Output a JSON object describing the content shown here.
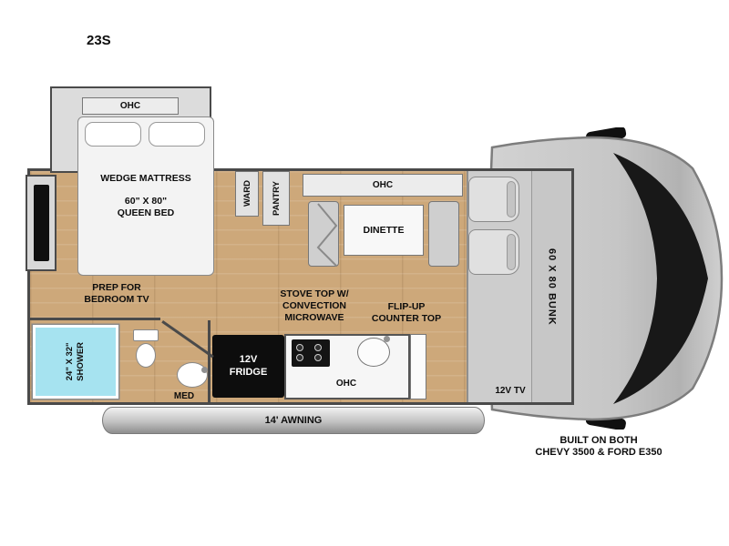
{
  "title": "23S",
  "colors": {
    "floor_wood": "#cda87a",
    "wall": "#4a4a4a",
    "furniture_gray": "#dcdcdc",
    "shower_cyan": "#a6e3f0",
    "fridge_black": "#0d0d0d",
    "cab_gray": "#c6c6c6"
  },
  "bedroom": {
    "ohc": "OHC",
    "wedge_mattress": "WEDGE MATTRESS",
    "bed_size": "60\" X 80\"",
    "bed_name": "QUEEN BED",
    "prep_line1": "PREP FOR",
    "prep_line2": "BEDROOM TV",
    "ward": "WARD",
    "pantry": "PANTRY"
  },
  "dinette": {
    "ohc": "OHC",
    "label": "DINETTE"
  },
  "kitchen": {
    "stove_line1": "STOVE TOP W/",
    "stove_line2": "CONVECTION",
    "stove_line3": "MICROWAVE",
    "flip_line1": "FLIP-UP",
    "flip_line2": "COUNTER TOP",
    "fridge_line1": "12V",
    "fridge_line2": "FRIDGE",
    "ohc": "OHC"
  },
  "bathroom": {
    "shower_line1": "24\" X 32\"",
    "shower_line2": "SHOWER",
    "med": "MED"
  },
  "front": {
    "bunk": "60 X 80 BUNK",
    "tv": "12V TV",
    "built_line1": "BUILT ON BOTH",
    "built_line2": "CHEVY 3500 & FORD E350"
  },
  "exterior": {
    "awning": "14' AWNING"
  }
}
